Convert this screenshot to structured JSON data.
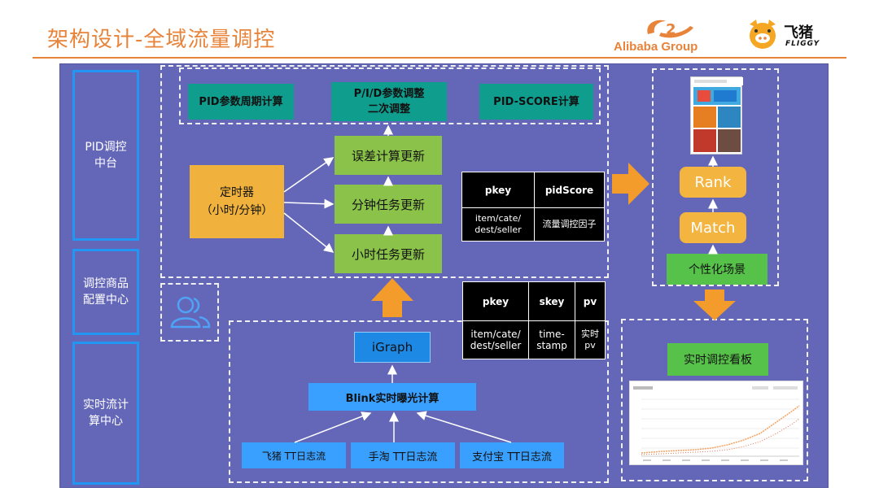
{
  "slide": {
    "title": "架构设计-全域流量调控"
  },
  "logos": {
    "alibaba_text": "Alibaba Group",
    "fliggy_cn": "飞猪",
    "fliggy_en": "FLIGGY"
  },
  "sidebar": {
    "items": [
      {
        "label": "PID调控\n中台"
      },
      {
        "label": "调控商品\n配置中心"
      },
      {
        "label": "实时流计\n算中心"
      }
    ]
  },
  "pid": {
    "top_boxes": [
      "PID参数周期计算",
      "P/I/D参数调整\n二次调整",
      "PID-SCORE计算"
    ],
    "timer": "定时器\n（小时/分钟）",
    "updates": [
      "误差计算更新",
      "分钟任务更新",
      "小时任务更新"
    ]
  },
  "table_score": {
    "headers": [
      "pkey",
      "pidScore"
    ],
    "row": [
      "item/cate/\ndest/seller",
      "流量调控因子"
    ]
  },
  "table_pv": {
    "headers": [
      "pkey",
      "skey",
      "pv"
    ],
    "row": [
      "item/cate/\ndest/seller",
      "time-\nstamp",
      "实时\npv"
    ]
  },
  "stream": {
    "igraph": "iGraph",
    "blink": "Blink实时曝光计算",
    "logs": [
      "飞猪 TT日志流",
      "手淘 TT日志流",
      "支付宝 TT日志流"
    ]
  },
  "right": {
    "rank": "Rank",
    "match": "Match",
    "scene": "个性化场景",
    "board": "实时调控看板"
  },
  "colors": {
    "accent": "#e8833a",
    "panel": "#6467b8",
    "teal": "#0f9d8e",
    "green": "#8bc34a",
    "blue": "#1e88e5",
    "arrow": "#f39c2c"
  }
}
